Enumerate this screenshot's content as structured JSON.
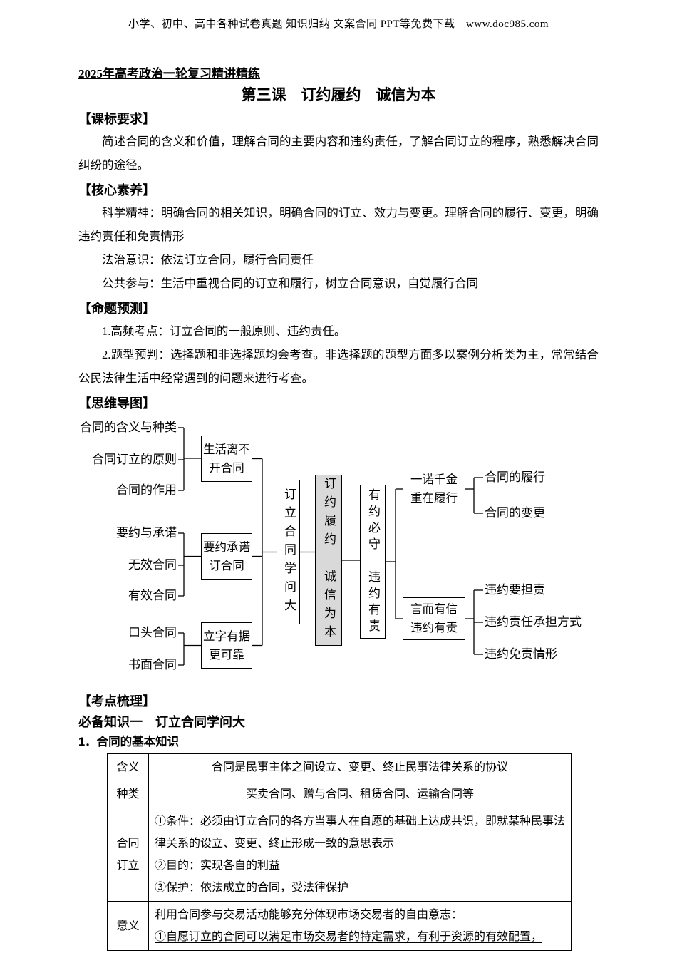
{
  "banner": {
    "text": "小学、初中、高中各种试卷真题 知识归纳 文案合同 PPT等免费下载　www.doc985.com"
  },
  "header": {
    "doc_title": "2025年高考政治一轮复习精讲精练",
    "lesson_title": "第三课　订约履约　诚信为本"
  },
  "sections": {
    "kebiao": {
      "heading": "【课标要求】",
      "para": "简述合同的含义和价值，理解合同的主要内容和违约责任，了解合同订立的程序，熟悉解决合同纠纷的途径。"
    },
    "hexin": {
      "heading": "【核心素养】",
      "para1": "科学精神：明确合同的相关知识，明确合同的订立、效力与变更。理解合同的履行、变更，明确违约责任和免责情形",
      "para2": "法治意识：依法订立合同，履行合同责任",
      "para3": "公共参与：生活中重视合同的订立和履行，树立合同意识，自觉履行合同"
    },
    "mingti": {
      "heading": "【命题预测】",
      "para1": "1.高频考点：订立合同的一般原则、违约责任。",
      "para2": "2.题型预判：选择题和非选择题均会考查。非选择题的题型方面多以案例分析类为主，常常结合公民法律生活中经常遇到的问题来进行考查。"
    },
    "siwei_heading": "【思维导图】",
    "kaodian_heading": "【考点梳理】",
    "bibei_heading": "必备知识一　订立合同学问大",
    "point_heading": "1．合同的基本知识"
  },
  "mindmap": {
    "group1": [
      "合同的含义与种类",
      "合同订立的原则",
      "合同的作用"
    ],
    "box1": "生活离不\n开合同",
    "group2": [
      "要约与承诺",
      "无效合同",
      "有效合同"
    ],
    "box2": "要约承诺\n订合同",
    "group3": [
      "口头合同",
      "书面合同"
    ],
    "box3": "立字有据\n更可靠",
    "vbox_left": "订立合同学问大",
    "vbox_center": "订约履约　诚信为本",
    "vbox_right": "有约必守　违约有责",
    "box_top": "一诺千金\n重在履行",
    "box_bottom": "言而有信\n违约有责",
    "top_items": [
      "合同的履行",
      "合同的变更"
    ],
    "bottom_items": [
      "违约要担责",
      "违约责任承担方式",
      "违约免责情形"
    ]
  },
  "table": {
    "rows": [
      {
        "label": "含义",
        "content": "合同是民事主体之间设立、变更、终止民事法律关系的协议"
      },
      {
        "label": "种类",
        "content": "买卖合同、赠与合同、租赁合同、运输合同等"
      },
      {
        "label": "合同\n订立",
        "content": "①条件：必须由订立合同的各方当事人在自愿的基础上达成共识，即就某种民事法律关系的设立、变更、终止形成一致的意思表示\n②目的：实现各自的利益\n③保护：依法成立的合同，受法律保护"
      },
      {
        "label": "意义",
        "content_line1": "利用合同参与交易活动能够充分体现市场交易者的自由意志：",
        "content_line2": "①自愿订立的合同可以满足市场交易者的特定需求，有利于资源的有效配置，"
      }
    ]
  }
}
